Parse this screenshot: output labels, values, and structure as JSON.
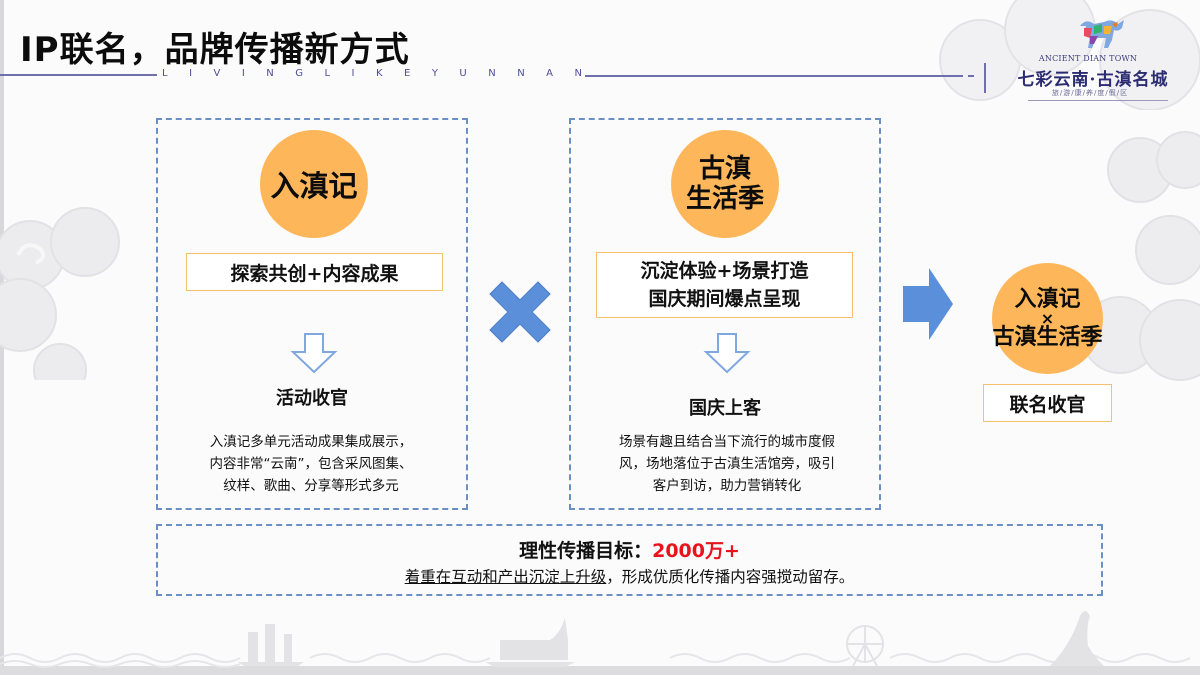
{
  "header": {
    "title": "IP联名，品牌传播新方式",
    "tagline_letters": [
      "L",
      "I",
      "V",
      "I",
      "N",
      "G",
      "L",
      "I",
      "K",
      "E",
      "Y",
      "U",
      "N",
      "N",
      "A",
      "N"
    ],
    "rule_color": "#6f6fae"
  },
  "logo": {
    "english": "ANCIENT DIAN TOWN",
    "chinese": "七彩云南·古滇名城",
    "subtitle": "旅/游/康/养/度/假/区",
    "icon": "colorful-horse-icon"
  },
  "left_panel": {
    "circle_label": "入滇记",
    "tag": "探索共创+内容成果",
    "arrow_icon": "down-arrow-icon",
    "subtitle": "活动收官",
    "description": [
      "入滇记多单元活动成果集成展示，",
      "内容非常“云南”，包含采风图集、",
      "纹样、歌曲、分享等形式多元"
    ]
  },
  "operator": {
    "icon": "multiply-cross-icon",
    "color": "#5b8fd9"
  },
  "middle_panel": {
    "circle_label": [
      "古滇",
      "生活季"
    ],
    "tag": [
      "沉淀体验+场景打造",
      "国庆期间爆点呈现"
    ],
    "arrow_icon": "down-arrow-icon",
    "subtitle": "国庆上客",
    "description": [
      "场景有趣且结合当下流行的城市度假",
      "风，场地落位于古滇生活馆旁，吸引",
      "客户到访，助力营销转化"
    ]
  },
  "result_arrow": {
    "icon": "right-arrow-icon",
    "color": "#5b8fd9"
  },
  "result": {
    "circle_line1": "入滇记",
    "circle_x": "×",
    "circle_line2": "古滇生活季",
    "tag": "联名收官"
  },
  "goal": {
    "label": "理性传播目标：",
    "value": "2000万+",
    "value_color": "#e8141b",
    "desc_underlined": "着重在互动和产出沉淀上升级",
    "desc_rest": "，形成优质化传播内容强搅动留存。"
  },
  "colors": {
    "circle": "#fdb75a",
    "tag_border": "#f7c070",
    "dash_border": "#6b8fc5",
    "accent_blue": "#5b8fd9"
  }
}
